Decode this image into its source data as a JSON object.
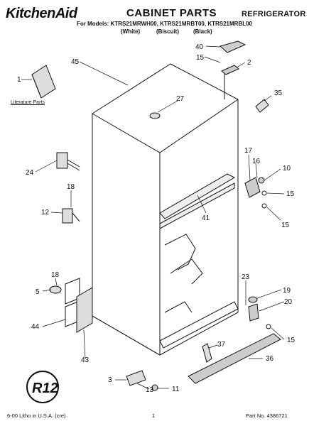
{
  "header": {
    "brand": "KitchenAid",
    "title": "CABINET PARTS",
    "category": "REFRIGERATOR",
    "models_line": "For Models: KTRS21MRWH00, KTRS21MRBT00, KTRS21MRBL00",
    "colors": [
      "(White)",
      "(Biscuit)",
      "(Black)"
    ]
  },
  "diagram": {
    "literature_label": "Literature Parts",
    "stamp_text": "R12",
    "callouts": [
      "1",
      "45",
      "40",
      "15",
      "2",
      "35",
      "27",
      "24",
      "17",
      "16",
      "10",
      "15",
      "18",
      "12",
      "41",
      "15",
      "18",
      "5",
      "23",
      "19",
      "20",
      "44",
      "15",
      "43",
      "37",
      "36",
      "3",
      "11",
      "13"
    ]
  },
  "footer": {
    "left": "6-00 Litho in U.S.A. (cre)",
    "center": "1",
    "right": "Part No. 4386721"
  }
}
